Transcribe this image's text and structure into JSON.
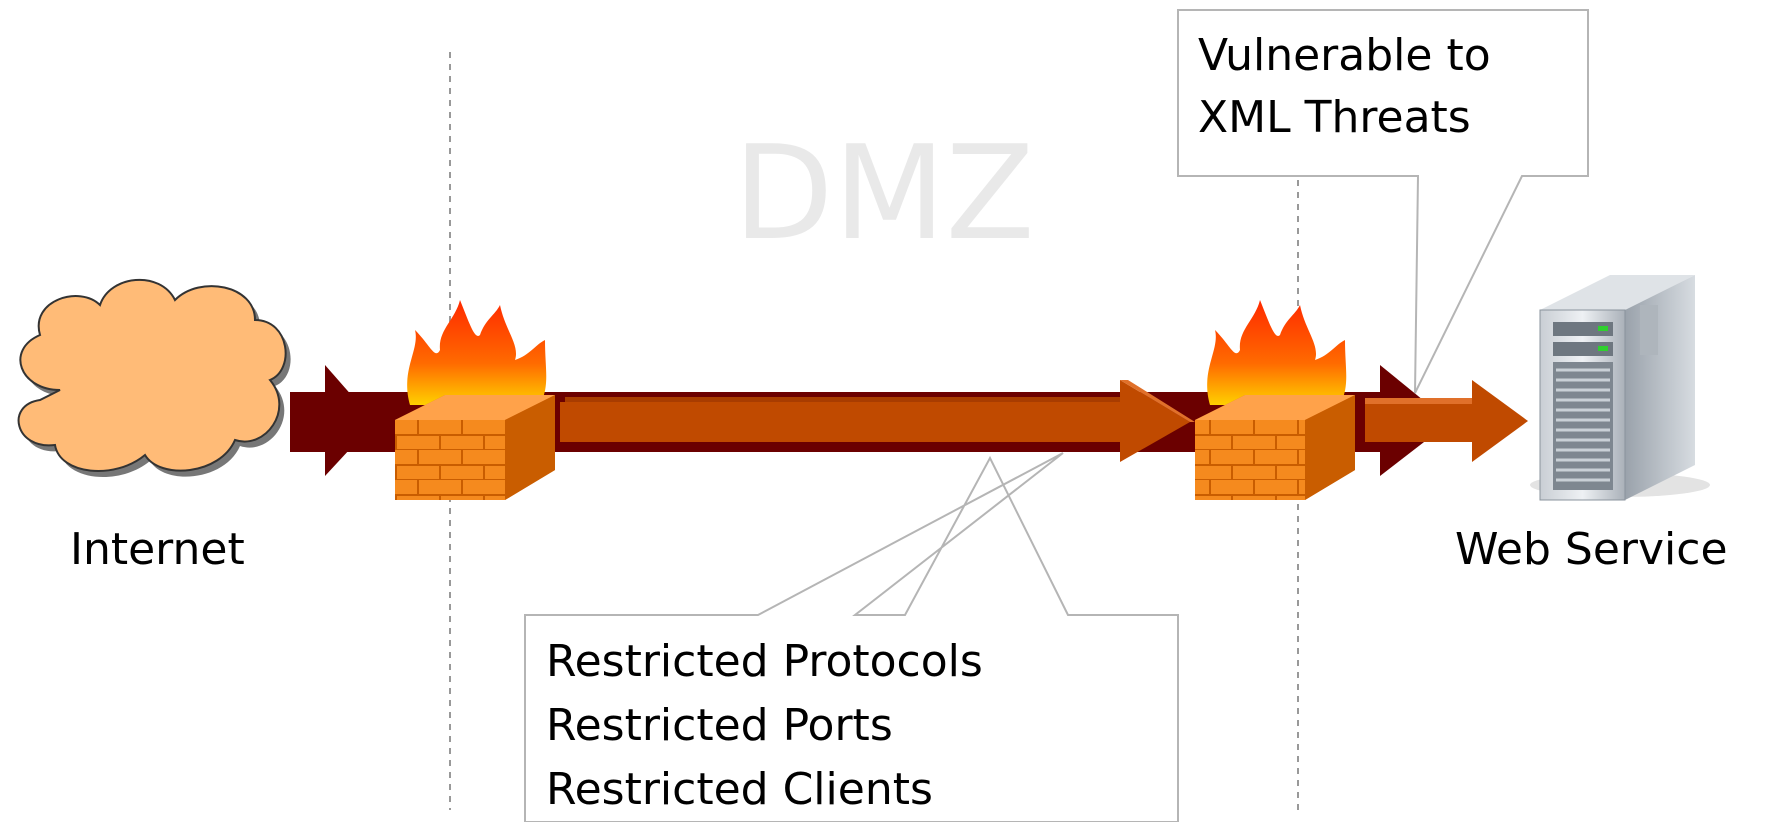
{
  "watermark": "DMZ",
  "nodes": {
    "internet": "Internet",
    "web_service": "Web Service"
  },
  "callouts": {
    "threats": [
      "Vulnerable to",
      "XML Threats"
    ],
    "restrictions": [
      "Restricted Protocols",
      "Restricted Ports",
      "Restricted Clients"
    ]
  },
  "colors": {
    "dark_arrow": "#6b0000",
    "orange_arrow": "#c04a00",
    "cloud_fill": "#ffbb77",
    "brick": "#f58a1e",
    "callout_border": "#b5b5b5"
  }
}
